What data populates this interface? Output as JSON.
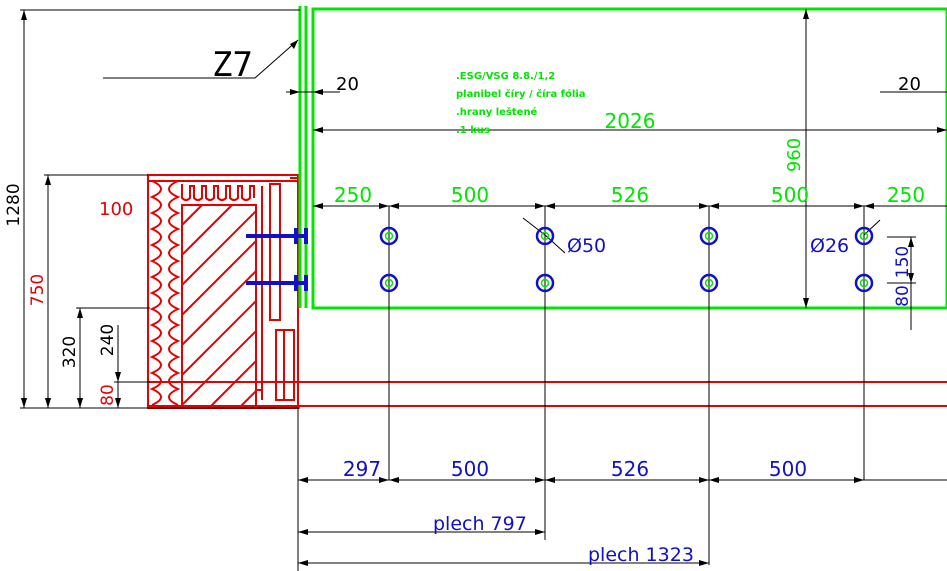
{
  "colors": {
    "glass": "#00e600",
    "wall": "#e60000",
    "bolt": "#1010c8",
    "dim": "#000000",
    "bg": "#ffffff"
  },
  "detail": {
    "label": "Z7"
  },
  "glass_notes": [
    ".ESG/VSG 8.8./1,2",
    " planibel číry / číra fólia",
    ".hrany leštené",
    ".1 kus"
  ],
  "dims": {
    "total_height": "1280",
    "wall_height": "750",
    "d320": "320",
    "d240": "240",
    "d100": "100",
    "d80": "80",
    "d20_left": "20",
    "d20_right": "20",
    "width_2026": "2026",
    "height_960": "960",
    "top_spacing": [
      "250",
      "500",
      "526",
      "500",
      "250"
    ],
    "dia50": "Ø50",
    "dia26": "Ø26",
    "d150": "150",
    "d80_right": "80",
    "bottom_spacing": [
      "297",
      "500",
      "526",
      "500"
    ],
    "plech1": "plech 797",
    "plech2": "plech 1323"
  }
}
